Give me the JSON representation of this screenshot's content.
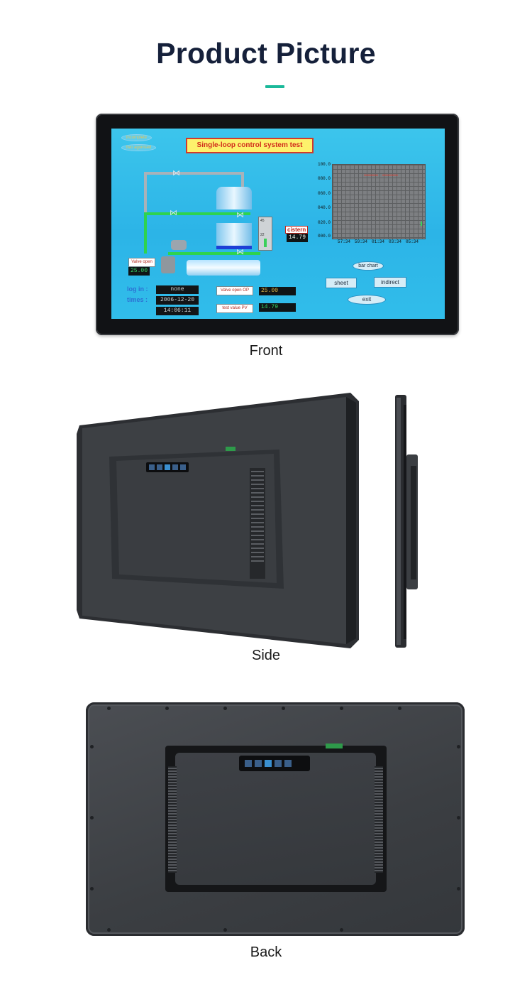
{
  "page": {
    "title": "Product Picture",
    "accent_color": "#1bb99a"
  },
  "views": {
    "front": "Front",
    "side": "Side",
    "back": "Back"
  },
  "screen": {
    "pills": [
      "incomplete",
      "two agonised"
    ],
    "system_title": "Single-loop control system test",
    "valve_open_label": "Valve open",
    "valve_open_value": "25.00",
    "log_in_label": "log in :",
    "log_in_value": "none",
    "times_label": "times :",
    "date_value": "2006-12-20",
    "time_value": "14:06:11",
    "valve_open_op_label": "Valve open OP",
    "valve_open_op_value": "25.00",
    "test_value_pv_label": "test value PV",
    "test_value_pv_value": "14.79",
    "cistern_label": "cistern",
    "cistern_value": "14.79",
    "gauge_top": "45",
    "gauge_mid": "22",
    "buttons": {
      "bar_chart": "bar chart",
      "sheet": "sheet",
      "indirect": "indirect",
      "exit": "exit"
    },
    "chart_y_ticks": [
      "100.0",
      "080.0",
      "060.0",
      "040.0",
      "020.0",
      "000.0"
    ],
    "chart_x_ticks": [
      "57:34",
      "59:34",
      "01:34",
      "03:34",
      "05:34"
    ]
  },
  "colors": {
    "screen_bg": "#31bdea",
    "title_box_bg": "#fdf26c",
    "title_box_text": "#d12b1c",
    "bezel": "#111215",
    "chassis": "#3b3e42"
  }
}
